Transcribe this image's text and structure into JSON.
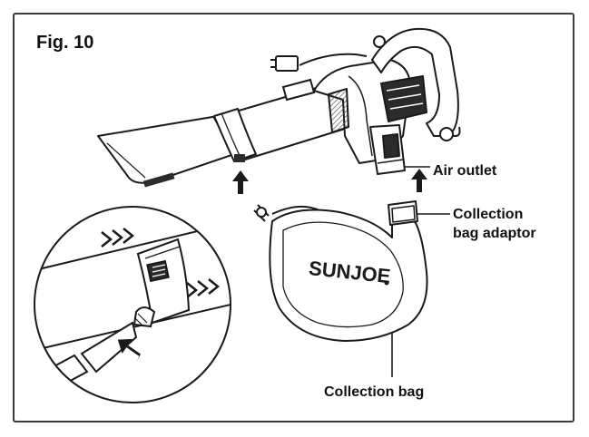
{
  "figure": {
    "label": "Fig. 10",
    "callouts": {
      "air_outlet": "Air outlet",
      "collection_bag_adaptor_line1": "Collection",
      "collection_bag_adaptor_line2": "bag adaptor",
      "collection_bag": "Collection bag"
    },
    "brand_on_bag": "SUNJOE"
  },
  "colors": {
    "line": "#1a1a1a",
    "frame": "#3a3a3a",
    "fill": "#ffffff",
    "dark_fill": "#2b2b2b",
    "hatch": "#555555"
  }
}
